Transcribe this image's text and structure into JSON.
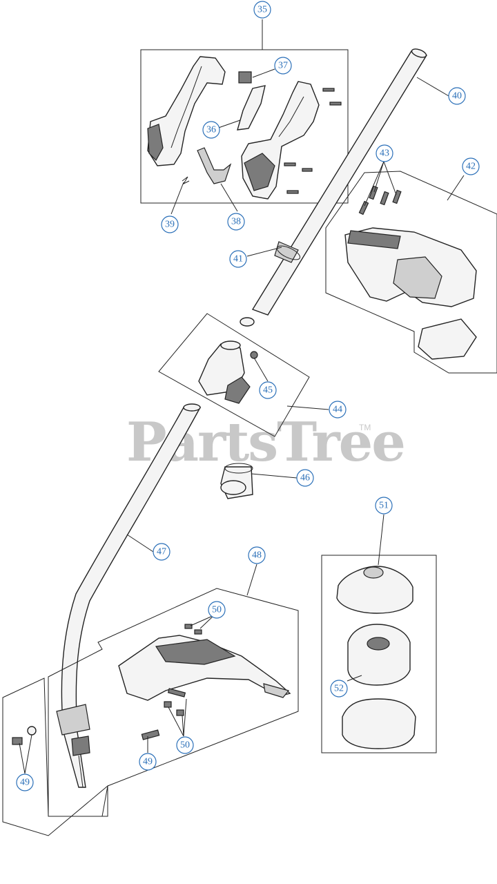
{
  "watermark": {
    "text": "PartsTree",
    "tm": "TM"
  },
  "callouts": [
    {
      "label": "35"
    },
    {
      "label": "36"
    },
    {
      "label": "37"
    },
    {
      "label": "38"
    },
    {
      "label": "39"
    },
    {
      "label": "40"
    },
    {
      "label": "41"
    },
    {
      "label": "42"
    },
    {
      "label": "43"
    },
    {
      "label": "44"
    },
    {
      "label": "45"
    },
    {
      "label": "46"
    },
    {
      "label": "47"
    },
    {
      "label": "48"
    },
    {
      "label": "49"
    },
    {
      "label": "49"
    },
    {
      "label": "50"
    },
    {
      "label": "50"
    },
    {
      "label": "51"
    },
    {
      "label": "52"
    }
  ],
  "colors": {
    "callout": "#2a6fb8",
    "line": "#222222",
    "watermark": "#c8c8c8"
  }
}
